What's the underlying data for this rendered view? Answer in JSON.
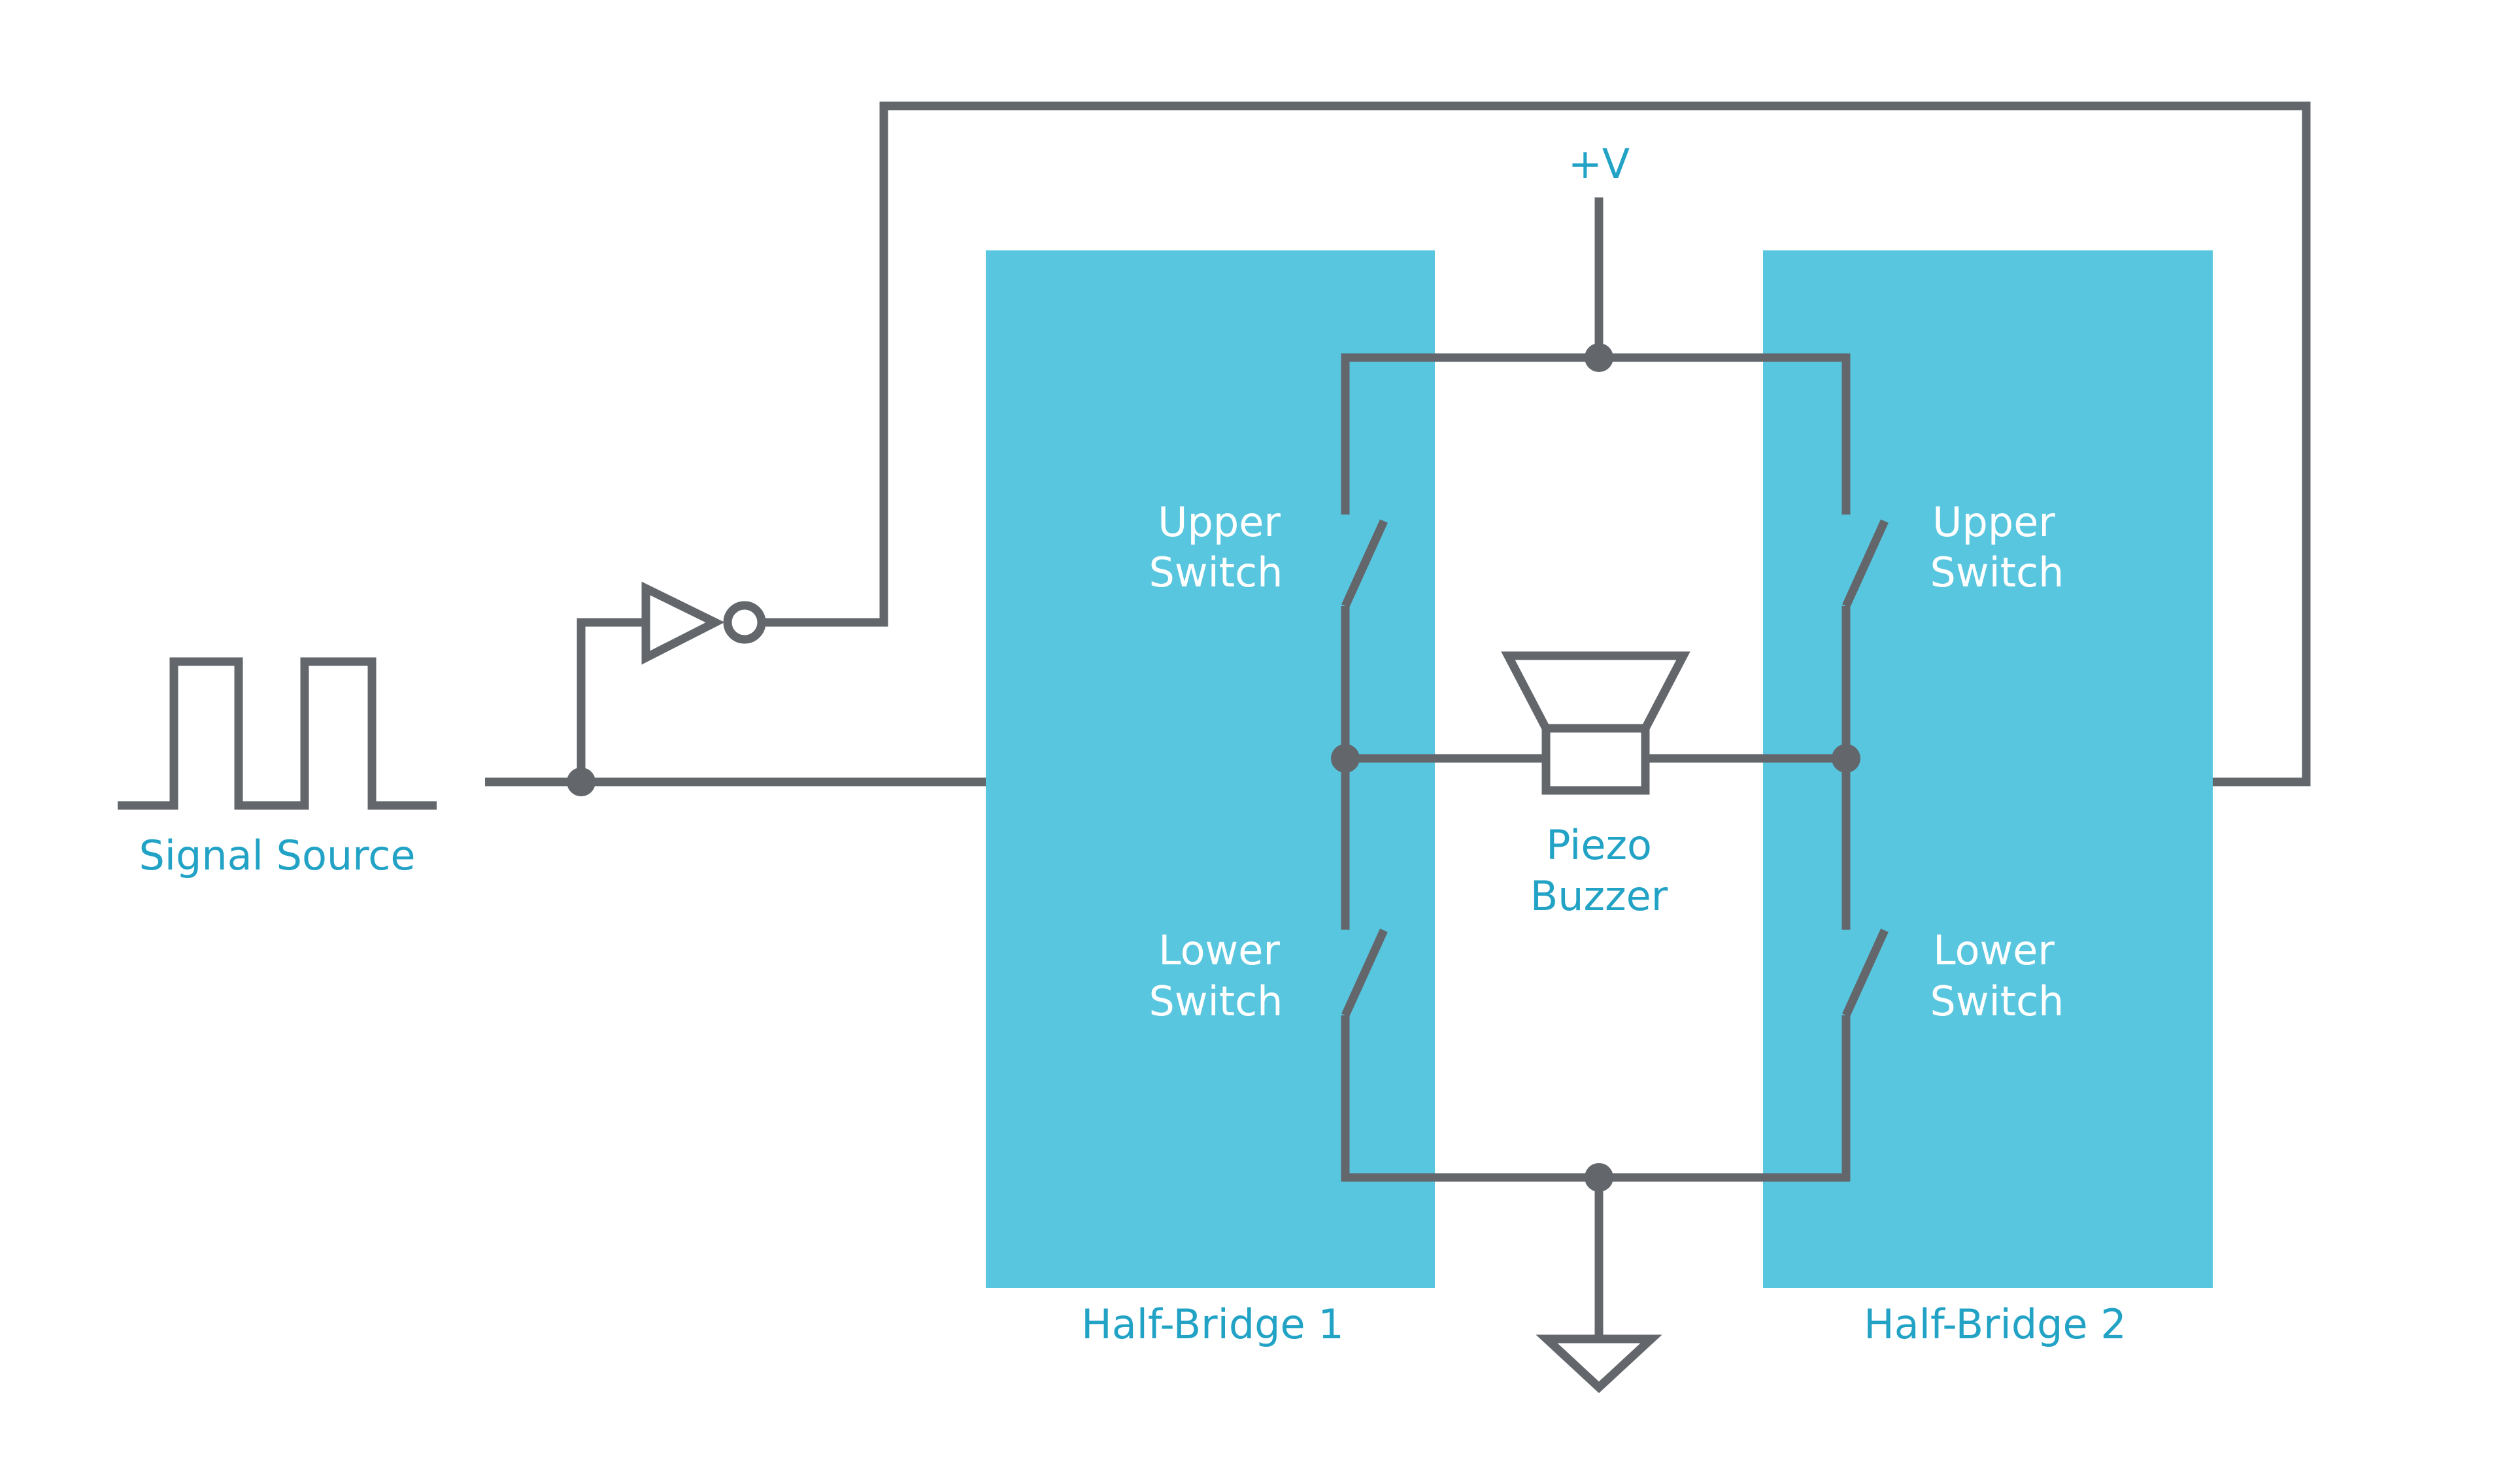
{
  "diagram": {
    "title": "Piezo buzzer driven by full H-bridge",
    "signal_source": {
      "label": "Signal Source",
      "icon": "square-wave-icon"
    },
    "inverter": {
      "icon": "not-gate-icon"
    },
    "supply": {
      "label": "+V"
    },
    "ground": {
      "icon": "ground-icon"
    },
    "buzzer": {
      "line1": "Piezo",
      "line2": "Buzzer",
      "icon": "speaker-icon"
    },
    "half_bridges": [
      {
        "label": "Half-Bridge 1",
        "upper": {
          "line1": "Upper",
          "line2": "Switch"
        },
        "lower": {
          "line1": "Lower",
          "line2": "Switch"
        }
      },
      {
        "label": "Half-Bridge 2",
        "upper": {
          "line1": "Upper",
          "line2": "Switch"
        },
        "lower": {
          "line1": "Lower",
          "line2": "Switch"
        }
      }
    ],
    "colors": {
      "wire": "#63676c",
      "block_fill": "#59c6df",
      "label_blue": "#22a3c6",
      "label_white": "#ffffff",
      "background": "#ffffff"
    }
  }
}
